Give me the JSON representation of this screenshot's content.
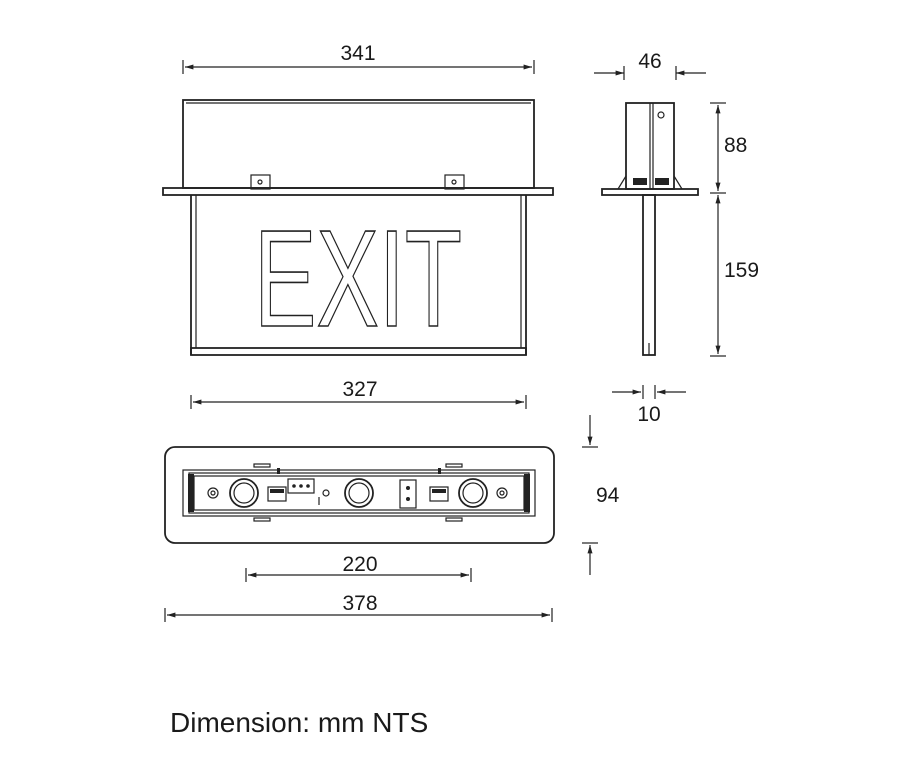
{
  "dimensions": {
    "front_width_top": "341",
    "side_depth": "46",
    "side_box_height": "88",
    "side_panel_height": "159",
    "front_width_panel": "327",
    "side_panel_thickness": "10",
    "bottom_depth": "94",
    "bottom_mount_spacing": "220",
    "bottom_width": "378"
  },
  "sign": {
    "text": "EXIT"
  },
  "caption": "Dimension: mm NTS"
}
